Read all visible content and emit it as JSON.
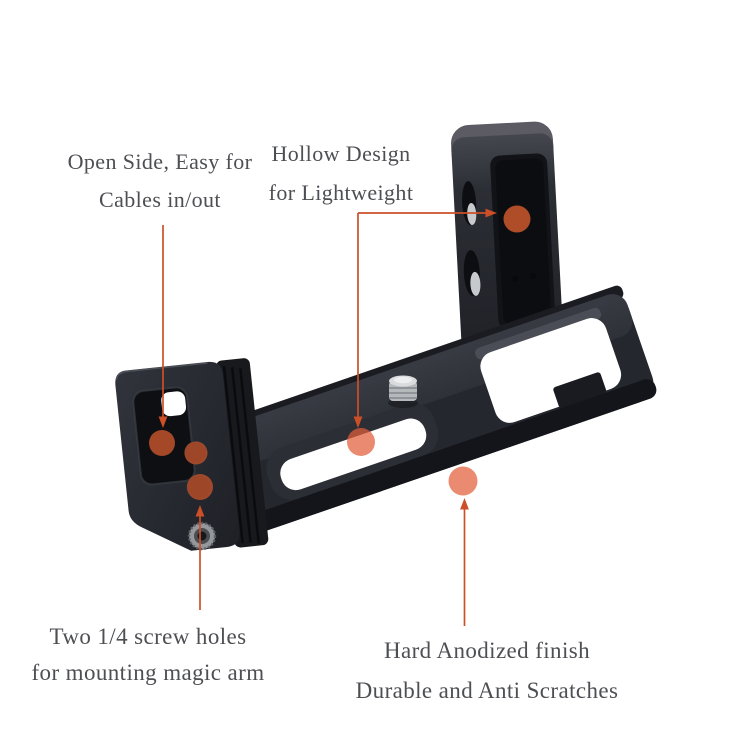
{
  "colors": {
    "page_bg": "#ffffff",
    "accent": "#cc4f28",
    "label": "#4e4f53",
    "dot_solid": "#b54f2a",
    "dot_glass": "#e25e3a"
  },
  "callouts": {
    "open_side": {
      "line1": "Open Side, Easy for",
      "line2": "Cables in/out"
    },
    "hollow": {
      "line1": "Hollow Design",
      "line2": "for Lightweight"
    },
    "screw_holes": {
      "line1": "Two 1/4 screw holes",
      "line2": "for mounting magic arm"
    },
    "anodized": {
      "line1": "Hard Anodized finish",
      "line2": "Durable and Anti Scratches"
    }
  }
}
